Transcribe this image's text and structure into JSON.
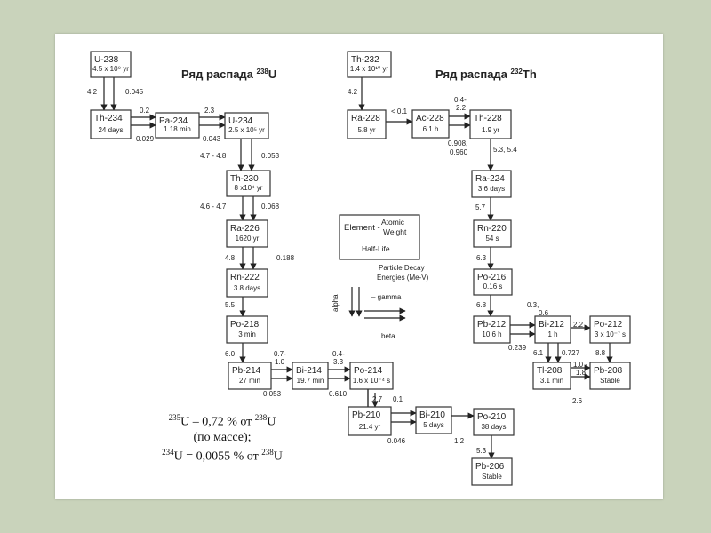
{
  "titles": {
    "u238": {
      "text": "Ряд распада ",
      "sup": "238",
      "el": "U"
    },
    "th232": {
      "text": "Ряд распада ",
      "sup": "232",
      "el": "Th"
    }
  },
  "nodes": [
    {
      "id": "u238",
      "name": "U-238",
      "sub": "4.5 x 10⁹ yr"
    },
    {
      "id": "th234",
      "name": "Th-234",
      "sub": "24 days"
    },
    {
      "id": "pa234",
      "name": "Pa-234",
      "sub": "1.18 min"
    },
    {
      "id": "u234",
      "name": "U-234",
      "sub": "2.5 x 10⁵ yr"
    },
    {
      "id": "th230",
      "name": "Th-230",
      "sub": "8 x10⁴ yr"
    },
    {
      "id": "ra226",
      "name": "Ra-226",
      "sub": "1620 yr"
    },
    {
      "id": "rn222",
      "name": "Rn-222",
      "sub": "3.8 days"
    },
    {
      "id": "po218",
      "name": "Po-218",
      "sub": "3 min"
    },
    {
      "id": "pb214",
      "name": "Pb-214",
      "sub": "27 min"
    },
    {
      "id": "bi214",
      "name": "Bi-214",
      "sub": "19.7 min"
    },
    {
      "id": "po214",
      "name": "Po-214",
      "sub": "1.6 x 10⁻⁴ s"
    },
    {
      "id": "pb210",
      "name": "Pb-210",
      "sub": "21.4 yr"
    },
    {
      "id": "bi210",
      "name": "Bi-210",
      "sub": "5 days"
    },
    {
      "id": "po210",
      "name": "Po-210",
      "sub": "38 days"
    },
    {
      "id": "pb206",
      "name": "Pb-206",
      "sub": "Stable"
    },
    {
      "id": "th232",
      "name": "Th-232",
      "sub": "1.4 x 10¹⁰ yr"
    },
    {
      "id": "ra228",
      "name": "Ra-228",
      "sub": "5.8 yr"
    },
    {
      "id": "ac228",
      "name": "Ac-228",
      "sub": "6.1 h"
    },
    {
      "id": "th228",
      "name": "Th-228",
      "sub": "1.9 yr"
    },
    {
      "id": "ra224",
      "name": "Ra-224",
      "sub": "3.6 days"
    },
    {
      "id": "rn220",
      "name": "Rn-220",
      "sub": "54 s"
    },
    {
      "id": "po216",
      "name": "Po-216",
      "sub": "0.16 s"
    },
    {
      "id": "pb212",
      "name": "Pb-212",
      "sub": "10.6 h"
    },
    {
      "id": "bi212",
      "name": "Bi-212",
      "sub": "1 h"
    },
    {
      "id": "po212",
      "name": "Po-212",
      "sub": "3 x 10⁻⁷ s"
    },
    {
      "id": "tl208",
      "name": "Tl-208",
      "sub": "3.1 min"
    },
    {
      "id": "pb208",
      "name": "Pb-208",
      "sub": "Stable"
    }
  ],
  "energies": [
    "4.2",
    "0.045",
    "0.2",
    "2.3",
    "0.029",
    "0.043",
    "4.7 - 4.8",
    "0.053",
    "4.6 - 4.7",
    "0.068",
    "4.8",
    "0.188",
    "5.5",
    "6.0",
    "0.7-",
    "1.0",
    "0.4-",
    "3.3",
    "0.053",
    "0.610",
    "2.7",
    "0.1",
    "0.046",
    "1.2",
    "5.3",
    "4.2",
    "< 0.1",
    "0.4-",
    "2.2",
    "0.908,",
    "0.960",
    "5.3, 5.4",
    "5.7",
    "6.3",
    "6.8",
    "0.3,",
    "0.6",
    "0.239",
    "2.2",
    "6.1",
    "0.727",
    "8.8",
    "1.0 -",
    "1.8",
    "2.6"
  ],
  "legend": {
    "element": "Element -",
    "atomic": "Atomic",
    "weight": "Weight",
    "half_life": "Half-Life",
    "particle": "Particle Decay",
    "energies": "Energies (Me-V)",
    "alpha": "alpha",
    "gamma": "– gamma",
    "beta": "beta"
  },
  "notes": {
    "line1_sup1": "235",
    "line1_mid": "U  – 0,72 % от ",
    "line1_sup2": "238",
    "line1_end": "U",
    "line2": "(по массе);",
    "line3_sup1": "234",
    "line3_mid": "U  = 0,0055 % от ",
    "line3_sup2": "238",
    "line3_end": "U"
  }
}
